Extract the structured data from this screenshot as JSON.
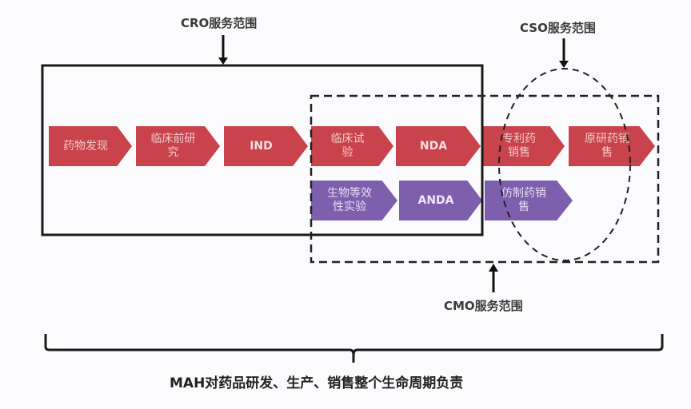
{
  "labels": {
    "cro": "CRO服务范围",
    "cso": "CSO服务范围",
    "cmo": "CMO服务范围",
    "mah": "MAH对药品研发、生产、销售整个生命周期负责"
  },
  "row1": [
    {
      "text": "药物发现"
    },
    {
      "text": "临床前研究"
    },
    {
      "text": "IND"
    },
    {
      "text": "临床试验"
    },
    {
      "text": "NDA"
    },
    {
      "text": "专利药销售"
    },
    {
      "text": "原研药销售"
    }
  ],
  "row2": [
    {
      "text": "生物等效性实验"
    },
    {
      "text": "ANDA"
    },
    {
      "text": "仿制药销售"
    }
  ],
  "colors": {
    "red_step": "#c8434b",
    "purple_step": "#7e5fae",
    "line": "#1a1a1a"
  }
}
